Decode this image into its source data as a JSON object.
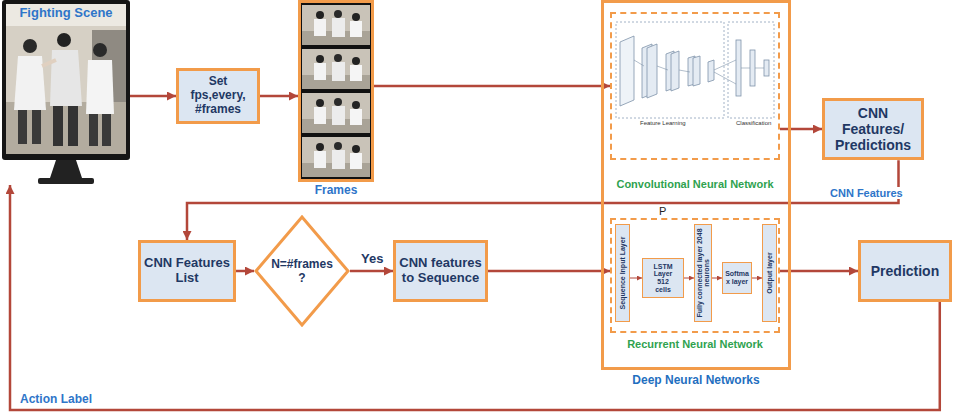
{
  "diagram": {
    "nodes": [
      {
        "text": [
          "Fighting Scene"
        ]
      },
      {
        "text": [
          "Set fps,every, #frames"
        ]
      },
      {
        "text": [
          "Frames"
        ]
      },
      {
        "text": [
          "Deep Neural Networks"
        ]
      },
      {
        "text": [
          "Convolutional Neural Network"
        ],
        "in": 3
      },
      {
        "text": [
          "CNN Features/ Predictions"
        ]
      },
      {
        "text": [
          "CNN Features List"
        ]
      },
      {
        "text": [
          "N=#frames ?"
        ]
      },
      {
        "text": [
          "CNN features to Sequence"
        ]
      },
      {
        "text": [
          "Recurrent Neural Network"
        ],
        "in": 3
      },
      {
        "text": [
          "Sequence Input Layer"
        ],
        "in": 9
      },
      {
        "text": [
          "LSTM Layer 512 cells"
        ],
        "in": 9
      },
      {
        "text": [
          "Fully connected layer 2048 neurons"
        ],
        "in": 9
      },
      {
        "text": [
          "Softma x layer"
        ],
        "in": 9
      },
      {
        "text": [
          "Output layer"
        ],
        "in": 9
      },
      {
        "text": [
          "Prediction"
        ]
      }
    ],
    "edges": [
      {
        "from": 0,
        "to": 1,
        "arrow": "to"
      },
      {
        "from": 1,
        "to": 2,
        "arrow": "to"
      },
      {
        "from": 2,
        "to": 4,
        "arrow": "to"
      },
      {
        "from": 4,
        "to": 5,
        "arrow": "to"
      },
      {
        "from": 5,
        "to": 6,
        "label": "CNN Features",
        "arrow": "to"
      },
      {
        "from": 6,
        "to": 7,
        "arrow": "to"
      },
      {
        "from": 7,
        "to": 8,
        "label": "Yes",
        "arrow": "to"
      },
      {
        "from": 8,
        "to": 9,
        "arrow": "to"
      },
      {
        "from": 10,
        "to": 11,
        "arrow": "to"
      },
      {
        "from": 11,
        "to": 12,
        "arrow": "to"
      },
      {
        "from": 12,
        "to": 13,
        "arrow": "to"
      },
      {
        "from": 13,
        "to": 14,
        "arrow": "to"
      },
      {
        "from": 9,
        "to": 15,
        "arrow": "to"
      },
      {
        "from": 15,
        "to": 0,
        "label": "Action Label",
        "arrow": "to"
      }
    ],
    "labels": [
      "P",
      "Feature Learning",
      "Classification"
    ]
  }
}
